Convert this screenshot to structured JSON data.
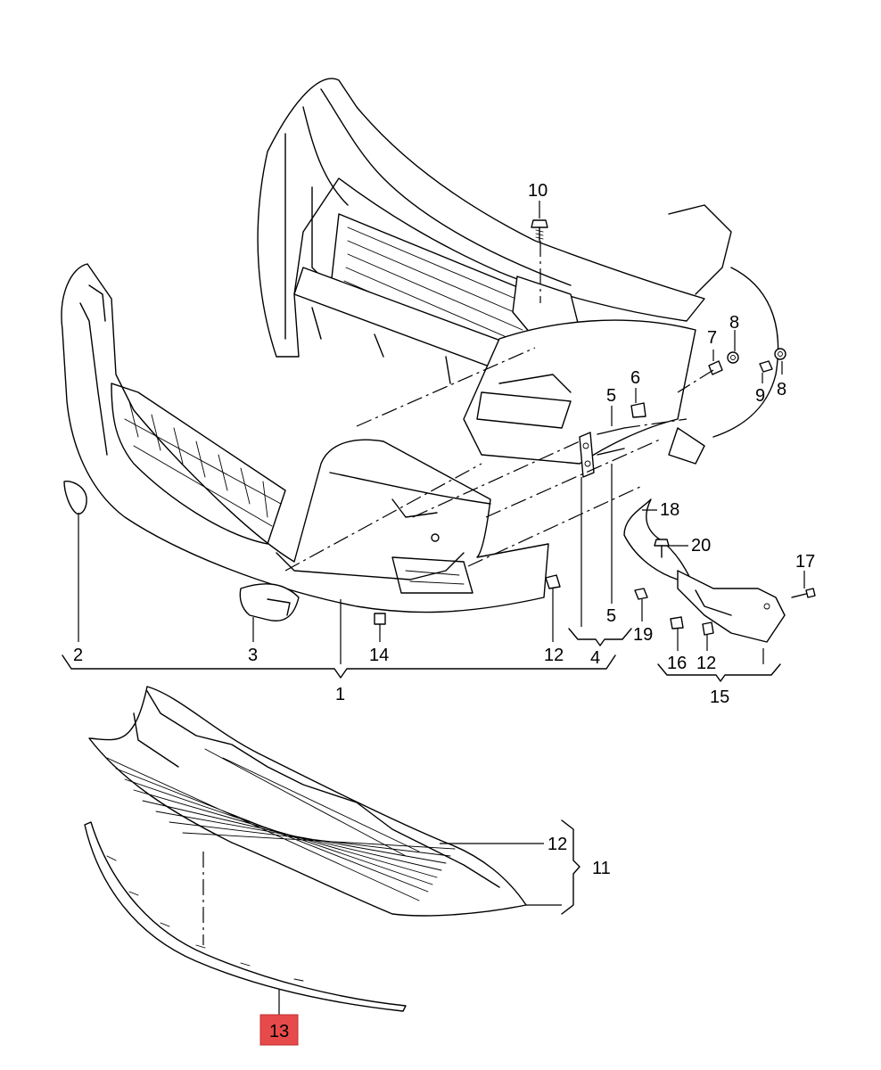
{
  "callouts": {
    "c1": "1",
    "c2": "2",
    "c3": "3",
    "c4": "4",
    "c5a": "5",
    "c5b": "5",
    "c6": "6",
    "c7": "7",
    "c8a": "8",
    "c8b": "8",
    "c9": "9",
    "c10": "10",
    "c11": "11",
    "c12a": "12",
    "c12b": "12",
    "c12c": "12",
    "c13": "13",
    "c14": "14",
    "c15": "15",
    "c16": "16",
    "c17": "17",
    "c18": "18",
    "c19": "19",
    "c20": "20"
  },
  "colors": {
    "highlight": "#e64a4a",
    "line": "#000000",
    "background": "#ffffff"
  },
  "highlighted_callout": "13"
}
